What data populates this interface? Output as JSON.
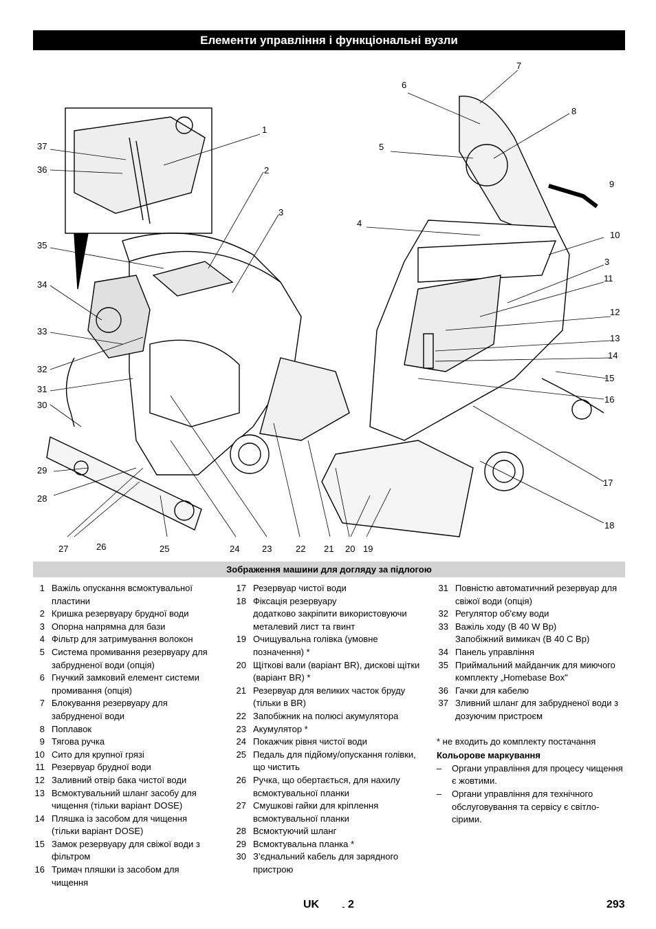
{
  "page_title": "Елементи управління і функціональні вузли",
  "figure_caption": "Зображення машини для догляду за підлогою",
  "callouts": {
    "c1": "1",
    "c2": "2",
    "c3": "3",
    "c4": "4",
    "c5": "5",
    "c6": "6",
    "c7": "7",
    "c8": "8",
    "c9": "9",
    "c10": "10",
    "c3b": "3",
    "c11": "11",
    "c12": "12",
    "c13": "13",
    "c14": "14",
    "c15": "15",
    "c16": "16",
    "c17": "17",
    "c18": "18",
    "c19": "19",
    "c20": "20",
    "c21": "21",
    "c22": "22",
    "c23": "23",
    "c24": "24",
    "c25": "25",
    "c26": "26",
    "c27": "27",
    "c28": "28",
    "c29": "29",
    "c30": "30",
    "c31": "31",
    "c32": "32",
    "c33": "33",
    "c34": "34",
    "c35": "35",
    "c36": "36",
    "c37": "37"
  },
  "legend_col1": [
    {
      "num": "1",
      "text": "Важіль опускання всмоктувальної пластини"
    },
    {
      "num": "2",
      "text": "Кришка резервуару брудної води"
    },
    {
      "num": "3",
      "text": "Опорна напрямна для бази"
    },
    {
      "num": "4",
      "text": "Фільтр для затримування волокон"
    },
    {
      "num": "5",
      "text": "Система промивання резервуару для забрудненої води (опція)"
    },
    {
      "num": "6",
      "text": "Гнучкий замковий елемент системи промивання (опція)"
    },
    {
      "num": "7",
      "text": "Блокування резервуару для забрудненої води"
    },
    {
      "num": "8",
      "text": "Поплавок"
    },
    {
      "num": "9",
      "text": "Тягова ручка"
    },
    {
      "num": "10",
      "text": "Сито для крупної грязі"
    },
    {
      "num": "11",
      "text": "Резервуар брудної води"
    },
    {
      "num": "12",
      "text": "Заливний отвір бака чистої води"
    },
    {
      "num": "13",
      "text": "Всмоктувальний шланг засобу для чищення (тільки варіант DOSE)"
    },
    {
      "num": "14",
      "text": "Пляшка із засобом для чищення (тільки варіант DOSE)"
    },
    {
      "num": "15",
      "text": "Замок резервуару для свіжої води з фільтром"
    },
    {
      "num": "16",
      "text": "Тримач пляшки із засобом для чищення"
    }
  ],
  "legend_col2": [
    {
      "num": "17",
      "text": "Резервуар чистої води"
    },
    {
      "num": "18",
      "text": "Фіксація резервуару"
    },
    {
      "num": "",
      "text": "додатково закріпити використовуючи металевий лист та гвинт"
    },
    {
      "num": "19",
      "text": "Очищувальна голівка (умовне позначення) *"
    },
    {
      "num": "20",
      "text": "Щіткові вали (варіант BR), дискові щітки (варіант BR) *"
    },
    {
      "num": "21",
      "text": "Резервуар для великих часток бруду (тільки в BR)"
    },
    {
      "num": "22",
      "text": "Запобіжник на полюсі акумулятора"
    },
    {
      "num": "23",
      "text": "Акумулятор *"
    },
    {
      "num": "24",
      "text": "Покажчик рівня чистої води"
    },
    {
      "num": "25",
      "text": "Педаль для підйому/опускання голівки, що чистить"
    },
    {
      "num": "26",
      "text": "Ручка, що обертається, для нахилу всмоктувальної планки"
    },
    {
      "num": "27",
      "text": "Смушкові гайки для кріплення всмоктувальної планки"
    },
    {
      "num": "28",
      "text": "Всмоктуючий шланг"
    },
    {
      "num": "29",
      "text": "Всмоктувальна планка *"
    },
    {
      "num": "30",
      "text": "З’єднальний кабель для зарядного пристрою"
    }
  ],
  "legend_col3": [
    {
      "num": "31",
      "text": "Повністю автоматичний резервуар для свіжої води (опція)"
    },
    {
      "num": "32",
      "text": "Регулятор об'єму води"
    },
    {
      "num": "33",
      "text": "Важіль ходу (В 40 W Bp)"
    },
    {
      "num": "",
      "text": "Запобіжний вимикач (В 40 С Bp)"
    },
    {
      "num": "34",
      "text": "Панель управління"
    },
    {
      "num": "35",
      "text": "Приймальний майданчик для миючого комплекту „Homebase Box\""
    },
    {
      "num": "36",
      "text": "Гачки для кабелю"
    },
    {
      "num": "37",
      "text": "Зливний шланг для забрудненої води з дозуючим пристроєм"
    }
  ],
  "note_not_included": "* не входить до комплекту постачання",
  "color_heading": "Кольорове маркування",
  "color_items": [
    {
      "dash": "–",
      "text": "Органи управління для процесу чищення є жовтими."
    },
    {
      "dash": "–",
      "text": "Органи управління для технічного обслуговування та сервісу є світло-сірими."
    }
  ],
  "footer": {
    "lang": "UK",
    "sep": "-",
    "num": "2",
    "page": "293"
  }
}
